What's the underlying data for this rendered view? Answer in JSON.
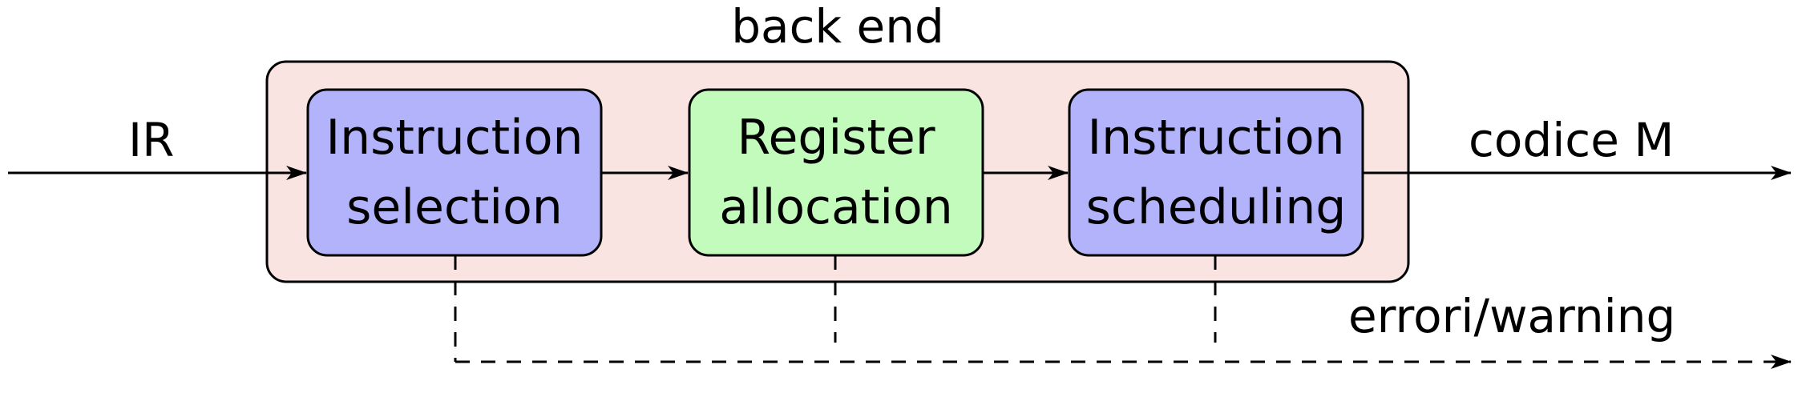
{
  "title": "back end",
  "input_label": "IR",
  "output_label": "codice M",
  "error_label": "errori/warning",
  "colors": {
    "backend_fill": "#fae4e2",
    "selection_fill": "#b3b3fb",
    "allocation_fill": "#c2fbbc",
    "scheduling_fill": "#b3b3fb",
    "stroke": "#000000"
  },
  "stages": [
    {
      "line1": "Instruction",
      "line2": "selection"
    },
    {
      "line1": "Register",
      "line2": "allocation"
    },
    {
      "line1": "Instruction",
      "line2": "scheduling"
    }
  ]
}
